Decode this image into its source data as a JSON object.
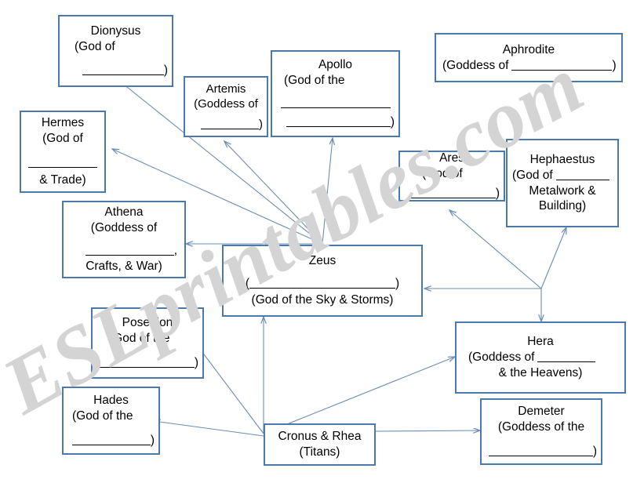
{
  "document": {
    "type": "greek-gods-family-tree-worksheet",
    "watermark": "ESLprintables.com",
    "box_border_color": "#4a7aab",
    "connector_color": "#6a8cb4",
    "blank_line_color": "#000000",
    "background_color": "#ffffff"
  },
  "nodes": {
    "dionysus": {
      "name": "Dionysus",
      "line2": "(God of",
      "line3_suffix": ")"
    },
    "artemis": {
      "name": "Artemis",
      "line2": "(Goddess of",
      "line3_suffix": ")"
    },
    "apollo": {
      "name": "Apollo",
      "line2": "(God of the",
      "line4_suffix": ")"
    },
    "aphrodite": {
      "name": "Aphrodite",
      "line2_prefix": "(Goddess of",
      "line2_suffix": ")"
    },
    "hermes": {
      "name": "Hermes",
      "line2": "(God of",
      "line4": "& Trade)"
    },
    "ares": {
      "name": "Ares",
      "line2": "(God of",
      "line3_suffix": ")"
    },
    "hephaestus": {
      "name": "Hephaestus",
      "line2_prefix": "(God of",
      "line3": "Metalwork &",
      "line4": "Building)"
    },
    "athena": {
      "name": "Athena",
      "line2": "(Goddess of",
      "line3_suffix": ",",
      "line4": "Crafts, & War)"
    },
    "zeus": {
      "name": "Zeus",
      "line2_prefix": "(",
      "line2_suffix": ")",
      "line3": "(God of the Sky & Storms)"
    },
    "poseidon": {
      "name": "Poseidon",
      "line2": "(God of the",
      "line3_suffix": ")"
    },
    "hades": {
      "name": "Hades",
      "line2": "(God of the",
      "line3_suffix": ")"
    },
    "hera": {
      "name": "Hera",
      "line2_prefix": "(Goddess of",
      "line3": "& the Heavens)"
    },
    "demeter": {
      "name": "Demeter",
      "line2": "(Goddess of the",
      "line3_suffix": ")"
    },
    "cronus": {
      "name": "Cronus & Rhea",
      "line2": "(Titans)"
    }
  },
  "edges": [
    {
      "from": "zeus",
      "to": "dionysus"
    },
    {
      "from": "zeus",
      "to": "hermes"
    },
    {
      "from": "zeus",
      "to": "artemis"
    },
    {
      "from": "zeus",
      "to": "apollo"
    },
    {
      "from": "zeus",
      "to": "athena"
    },
    {
      "from": "hub",
      "to": "ares"
    },
    {
      "from": "hub",
      "to": "hephaestus"
    },
    {
      "from": "hub",
      "to": "zeus"
    },
    {
      "from": "hub",
      "to": "hera"
    },
    {
      "from": "cronus",
      "to": "zeus"
    },
    {
      "from": "cronus",
      "to": "hera"
    },
    {
      "from": "cronus",
      "to": "poseidon"
    },
    {
      "from": "cronus",
      "to": "hades"
    },
    {
      "from": "cronus",
      "to": "demeter"
    }
  ]
}
